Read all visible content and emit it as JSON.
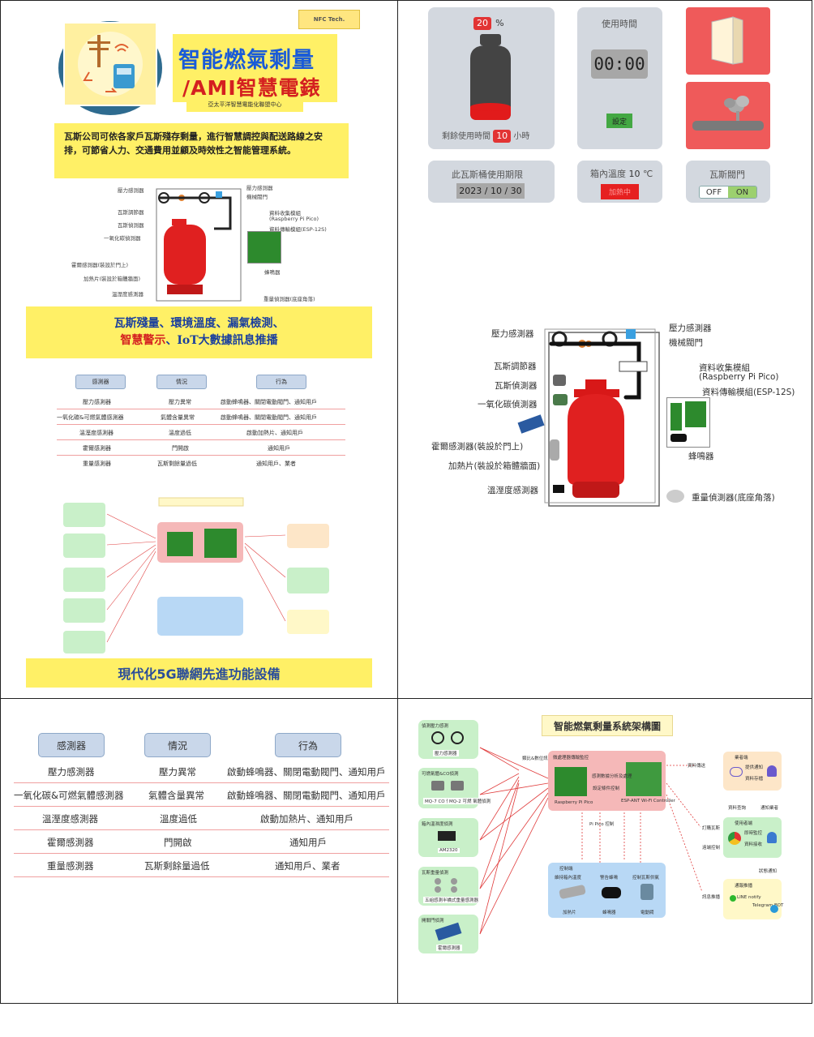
{
  "colors": {
    "accent_yellow": "#fff066",
    "cylinder_red": "#e02020",
    "card_gray": "#d3d8df",
    "alert_red": "#e62020",
    "toggle_green": "#9cd06e",
    "header_blue": "#c9d7ea"
  },
  "poster": {
    "tag": "NFC Tech.",
    "title_line1": "智能燃氣剩量",
    "title_line2": "/AMI智慧電錶",
    "subtitle": "亞太平洋智慧電能化聯盟中心",
    "intro": "瓦斯公司可依各家戶瓦斯殘存剩量，進行智慧調控與配送路線之安排，可節省人力、交通費用並顧及時效性之智能管理系統。",
    "features_line1": "瓦斯殘量、環境溫度、漏氣檢測、",
    "features_line2_red": "智慧警示",
    "features_line2_rest": "、IoT大數據訊息推播",
    "footer": "現代化5G聯網先進功能設備"
  },
  "diagram": {
    "pressure_sensor": "壓力感測器",
    "mechanical_valve": "機械閥門",
    "gas_regulator": "瓦斯調節器",
    "gas_detector": "瓦斯偵測器",
    "co_detector": "一氧化碳偵測器",
    "hall_sensor": "霍爾感測器(裝設於門上)",
    "heater": "加熱片(裝設於箱體牆面)",
    "temp_sensor": "溫溼度感測器",
    "collector": "資料收集模組",
    "collector_model": "(Raspberry Pi Pico)",
    "transmitter": "資料傳輸模組(ESP-12S)",
    "buzzer": "蜂鳴器",
    "weight_sensor": "重量偵測器(底座角落)"
  },
  "table": {
    "headers": [
      "感測器",
      "情況",
      "行為"
    ],
    "rows": [
      [
        "壓力感測器",
        "壓力異常",
        "啟動蜂鳴器、關閉電動閥門、通知用戶"
      ],
      [
        "一氧化碳&可燃氣體感測器",
        "氣體含量異常",
        "啟動蜂鳴器、關閉電動閥門、通知用戶"
      ],
      [
        "溫溼度感測器",
        "溫度過低",
        "啟動加熱片、通知用戶"
      ],
      [
        "霍爾感測器",
        "門開啟",
        "通知用戶"
      ],
      [
        "重量感測器",
        "瓦斯剩餘量過低",
        "通知用戶、業者"
      ]
    ]
  },
  "dashboard": {
    "gas_percent": "20",
    "percent_unit": "%",
    "remaining_prefix": "剩餘使用時間",
    "remaining_value": "10",
    "remaining_suffix": "小時",
    "usage_time_label": "使用時間",
    "usage_time_value": "00:00",
    "set_button": "設定",
    "expiry_label": "此瓦斯桶使用期限",
    "expiry_value": "2023 / 10 / 30",
    "box_temp_label": "箱內溫度",
    "box_temp_value": "10",
    "box_temp_unit": "℃",
    "heating_button": "加熱中",
    "valve_label": "瓦斯閥門",
    "valve_off": "OFF",
    "valve_on": "ON"
  },
  "architecture": {
    "title": "智能燃氣剩量系統架構圖",
    "sensor_groups": [
      {
        "title": "偵測壓力感測",
        "caption": "壓力感測器"
      },
      {
        "title": "可燃氣體&CO偵測",
        "caption": "MQ-7 CO 偵測",
        "caption2": "MQ-2 可燃 氣體偵測"
      },
      {
        "title": "箱內溫濕度偵測",
        "caption": "AM2320"
      },
      {
        "title": "瓦斯重量偵測",
        "caption": "五組感測半橋式重量感測器"
      },
      {
        "title": "開關門偵測",
        "caption": "霍爾感測器"
      }
    ],
    "io_label": "類比&數位訊號",
    "processor_title": "微處理器傳輸監控",
    "processor_items": [
      "感測數據分析及處理",
      "設定條件控制"
    ],
    "pico": "Raspberry Pi Pico",
    "esp": "ESP-ANT Wi-Fi Controller",
    "pico_control": "Pi Pico 控制",
    "control_title": "控制端",
    "control_items": [
      "維持箱內溫度",
      "警告蜂鳴",
      "控制瓦斯供氣"
    ],
    "control_devices": [
      "加熱片",
      "蜂鳴器",
      "電動閥"
    ],
    "data_upload": "資料傳送",
    "user_end": "業者端",
    "user_items": [
      "提供通知",
      "資料存檔"
    ],
    "phone_items": [
      "即時監控",
      "資料接收"
    ],
    "user_app": "使用者端",
    "notify": "通知業者",
    "data_query": "資料查詢",
    "order": "訂購瓦斯",
    "remote_control": "遠端控制",
    "status_notify": "狀態通知",
    "push": "訊息推播",
    "line_bot": "通報推播",
    "line_label": "LINE notify",
    "bot_label": "Telegram BOT"
  }
}
